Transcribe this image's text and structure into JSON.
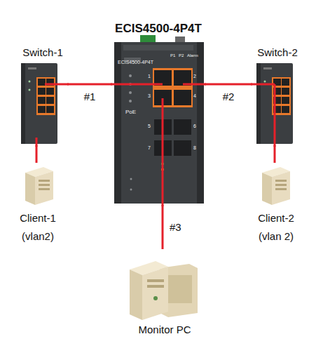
{
  "diagram": {
    "nodes": [
      {
        "text": [
          "Switch-1"
        ]
      },
      {
        "text": [
          "ECIS4500-4P4T"
        ]
      },
      {
        "text": [
          "Switch-2"
        ]
      },
      {
        "text": [
          "Client-1",
          "(vlan2)"
        ]
      },
      {
        "text": [
          "Client-2",
          "(vlan 2)"
        ]
      },
      {
        "text": [
          "Monitor PC"
        ]
      }
    ],
    "edges": [
      {
        "from": 0,
        "to": 1,
        "arrow": "none",
        "label": "#1"
      },
      {
        "from": 1,
        "to": 2,
        "arrow": "none",
        "label": "#2"
      },
      {
        "from": 1,
        "to": 5,
        "arrow": "none",
        "label": "#3"
      },
      {
        "from": 0,
        "to": 3,
        "arrow": "none"
      },
      {
        "from": 2,
        "to": 4,
        "arrow": "none"
      }
    ],
    "labels": [
      "ECIS4500-4P4T",
      "P1",
      "P2",
      "Alarm",
      "1",
      "2",
      "3",
      "4",
      "PoE",
      "5",
      "6",
      "7",
      "8"
    ]
  }
}
